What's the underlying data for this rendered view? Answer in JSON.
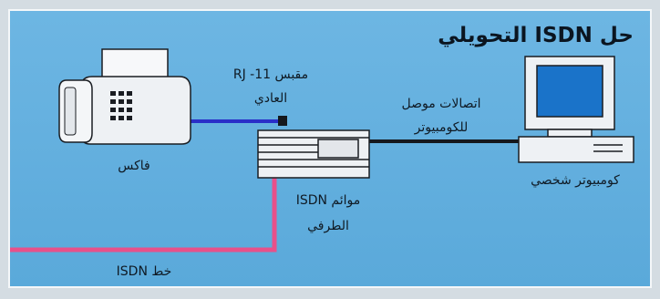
{
  "title": "حل ISDN التحويلي",
  "labels": {
    "fax": "فاكس",
    "rj11_line1": "مقبس RJ -11",
    "rj11_line2": "العادي",
    "isdn_adapter_line1": "موائم ISDN",
    "isdn_adapter_line2": "الطرفي",
    "pc_connection_line1": "اتصالات موصل",
    "pc_connection_line2": "للكومبيوتر",
    "pc": "كومبيوتر شخصي",
    "isdn_line": "خط ISDN"
  },
  "colors": {
    "panel": "#62aedd",
    "isdn_line": "#e8508a",
    "fax_cable": "#2a2fc8",
    "pc_cable": "#15181d",
    "device_body": "#eef1f4",
    "device_outline": "#1a1d22",
    "screen": "#1a73c9"
  }
}
